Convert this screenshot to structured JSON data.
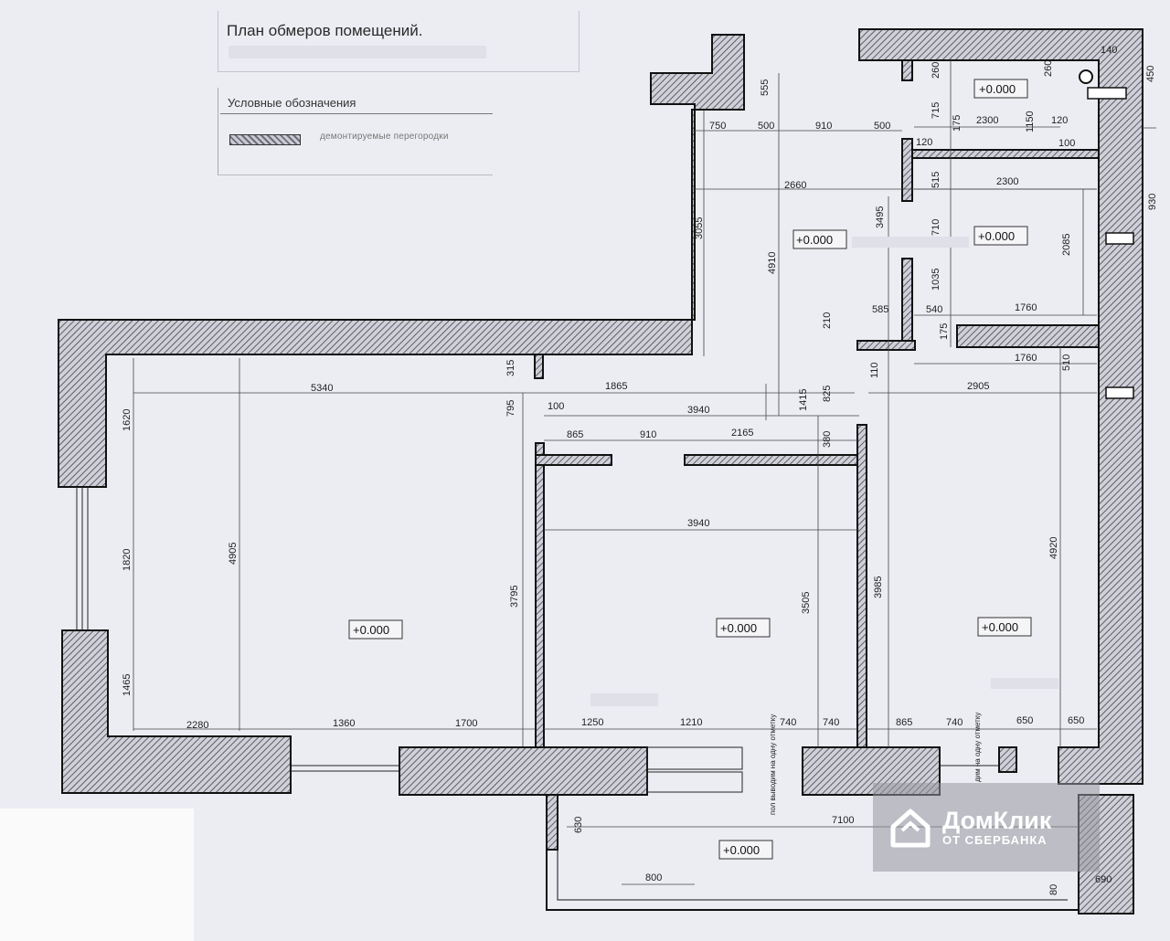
{
  "header": {
    "title": "План обмеров помещений.",
    "legend_title": "Условные обозначения",
    "legend_item": "демонтируемые перегородки"
  },
  "levels": [
    "+0.000",
    "+0.000",
    "+0.000",
    "+0.000",
    "+0.000",
    "+0.000",
    "+0.000"
  ],
  "dimensions": {
    "top_555": "555",
    "top_750": "750",
    "top_500a": "500",
    "top_910": "910",
    "top_500b": "500",
    "r_260a": "260",
    "r_140": "140",
    "r_450": "450",
    "r_260b": "260",
    "r_715": "715",
    "r_175": "175",
    "r_2300a": "2300",
    "r_1150": "1150",
    "r_120a": "120",
    "r_120b": "120",
    "r_100": "100",
    "r_930": "930",
    "r_515": "515",
    "r_2300b": "2300",
    "r_2660": "2660",
    "r_3495": "3495",
    "r_710": "710",
    "r_2085": "2085",
    "r_1035": "1035",
    "r_585": "585",
    "r_540": "540",
    "r_1760a": "1760",
    "r_210": "210",
    "r_175b": "175",
    "r_1760b": "1760",
    "r_510": "510",
    "r_110": "110",
    "c_3055": "3055",
    "c_4910": "4910",
    "l_315": "315",
    "l_5340": "5340",
    "l_1865": "1865",
    "l_1415": "1415",
    "l_825": "825",
    "l_2905": "2905",
    "l_795": "795",
    "l_100": "100",
    "l_3940a": "3940",
    "l_1620": "1620",
    "l_865a": "865",
    "l_910": "910",
    "l_2165": "2165",
    "l_380": "380",
    "m_3940b": "3940",
    "m_4920": "4920",
    "m_1820": "1820",
    "m_4905": "4905",
    "m_3795": "3795",
    "m_3505": "3505",
    "m_3985": "3985",
    "m_1465": "1465",
    "b_2280": "2280",
    "b_1360": "1360",
    "b_1700": "1700",
    "b_1250": "1250",
    "b_1210": "1210",
    "b_740a": "740",
    "b_740b": "740",
    "b_865": "865",
    "b_740c": "740",
    "b_650a": "650",
    "b_650b": "650",
    "bal_630": "630",
    "bal_7100": "7100",
    "bal_800": "800",
    "bal_80": "80",
    "bal_690": "690"
  },
  "notes": {
    "floor_note_a": "пол выводим на одну отметку",
    "floor_note_b": "дим на одну отметку"
  },
  "logo": {
    "main": "ДомКлик",
    "sub": "ОТ СБЕРБАНКА"
  }
}
